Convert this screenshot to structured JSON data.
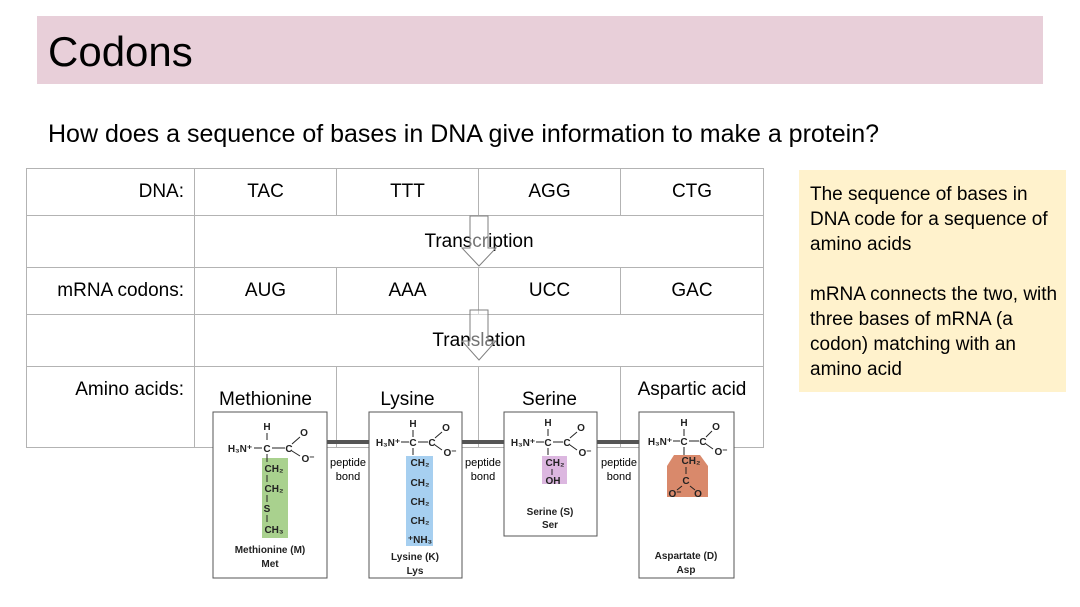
{
  "slide": {
    "title": "Codons",
    "question": "How does a sequence of bases in DNA give information to make a protein?"
  },
  "table": {
    "dna": {
      "label": "DNA:",
      "codons": [
        "TAC",
        "TTT",
        "AGG",
        "CTG"
      ]
    },
    "transcription": "Transcription",
    "mrna": {
      "label": "mRNA codons:",
      "codons": [
        "AUG",
        "AAA",
        "UCC",
        "GAC"
      ]
    },
    "translation": "Translation",
    "amino": {
      "label": "Amino acids:",
      "names": [
        "Methionine",
        "Lysine",
        "Serine",
        "Aspartic acid"
      ]
    }
  },
  "note": {
    "para1": "The sequence of bases in DNA code for a sequence of amino acids",
    "para2": "mRNA connects the two, with three bases of mRNA (a codon) matching with an amino acid"
  },
  "figure": {
    "peptide_bond": [
      "peptide",
      "bond"
    ],
    "cards": [
      {
        "name": "Methionine (M)",
        "abbr": "Met",
        "highlight": "#a9d18e"
      },
      {
        "name": "Lysine (K)",
        "abbr": "Lys",
        "highlight": "#a6cff0"
      },
      {
        "name": "Serine (S)",
        "abbr": "Ser",
        "highlight": "#dcb7e0"
      },
      {
        "name": "Aspartate (D)",
        "abbr": "Asp",
        "highlight": "#d9896b"
      }
    ],
    "formula": {
      "h": "H",
      "h3n": "H₃N⁺",
      "c": "C",
      "o": "O",
      "o_minus": "O⁻",
      "ch2": "CH₂",
      "ch3": "CH₃",
      "s": "S",
      "nh3": "⁺NH₃",
      "oh": "OH"
    }
  }
}
